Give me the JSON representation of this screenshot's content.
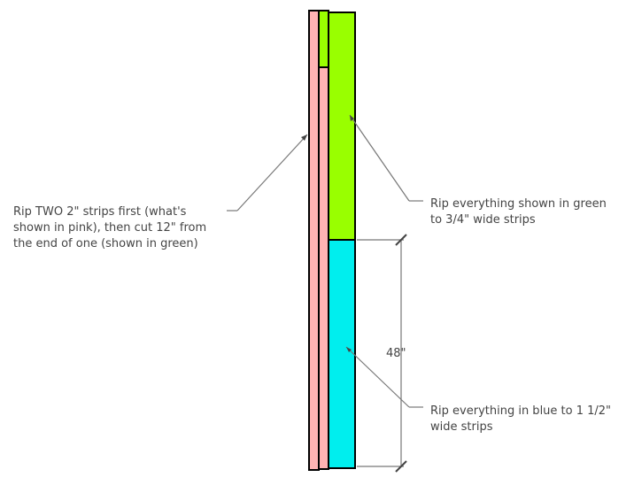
{
  "notes": {
    "pink": "Rip TWO 2\" strips first (what's\nshown in pink), then cut 12\" from\nthe end of one (shown in green)",
    "green": "Rip everything shown in green\nto 3/4\" wide strips",
    "blue": "Rip everything in blue to 1 1/2\"\nwide strips"
  },
  "dimension": "48\"",
  "colors": {
    "pink": "#ffb3b3",
    "green": "#99ff00",
    "blue": "#00eeee"
  }
}
